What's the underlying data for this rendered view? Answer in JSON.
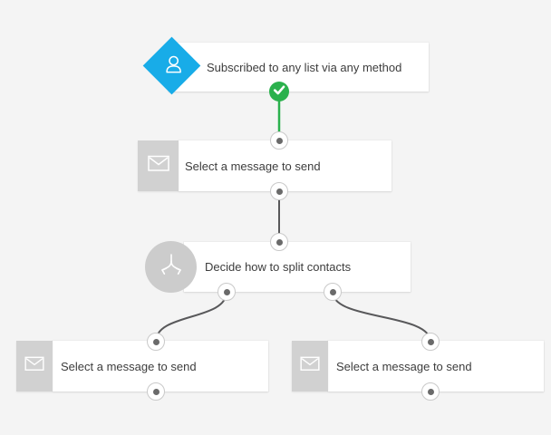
{
  "colors": {
    "canvas_bg": "#f4f4f4",
    "card_bg": "#ffffff",
    "accent_blue": "#18ace8",
    "accent_green": "#2bb14d",
    "icon_gray": "#d1d1d1",
    "icon_circle_gray": "#cccccc",
    "connector_gray": "#58585a",
    "port_dot": "#6a6a6a",
    "text_color": "#3d3d3d"
  },
  "workflow": {
    "trigger": {
      "label": "Subscribed to any list via any method",
      "icon": "person-icon",
      "status": "completed",
      "status_icon": "checkmark-icon"
    },
    "message_top": {
      "label": "Select a message to send",
      "icon": "envelope-icon"
    },
    "split": {
      "label": "Decide how to split contacts",
      "icon": "split-arrows-icon"
    },
    "message_left": {
      "label": "Select a message to send",
      "icon": "envelope-icon"
    },
    "message_right": {
      "label": "Select a message to send",
      "icon": "envelope-icon"
    }
  }
}
